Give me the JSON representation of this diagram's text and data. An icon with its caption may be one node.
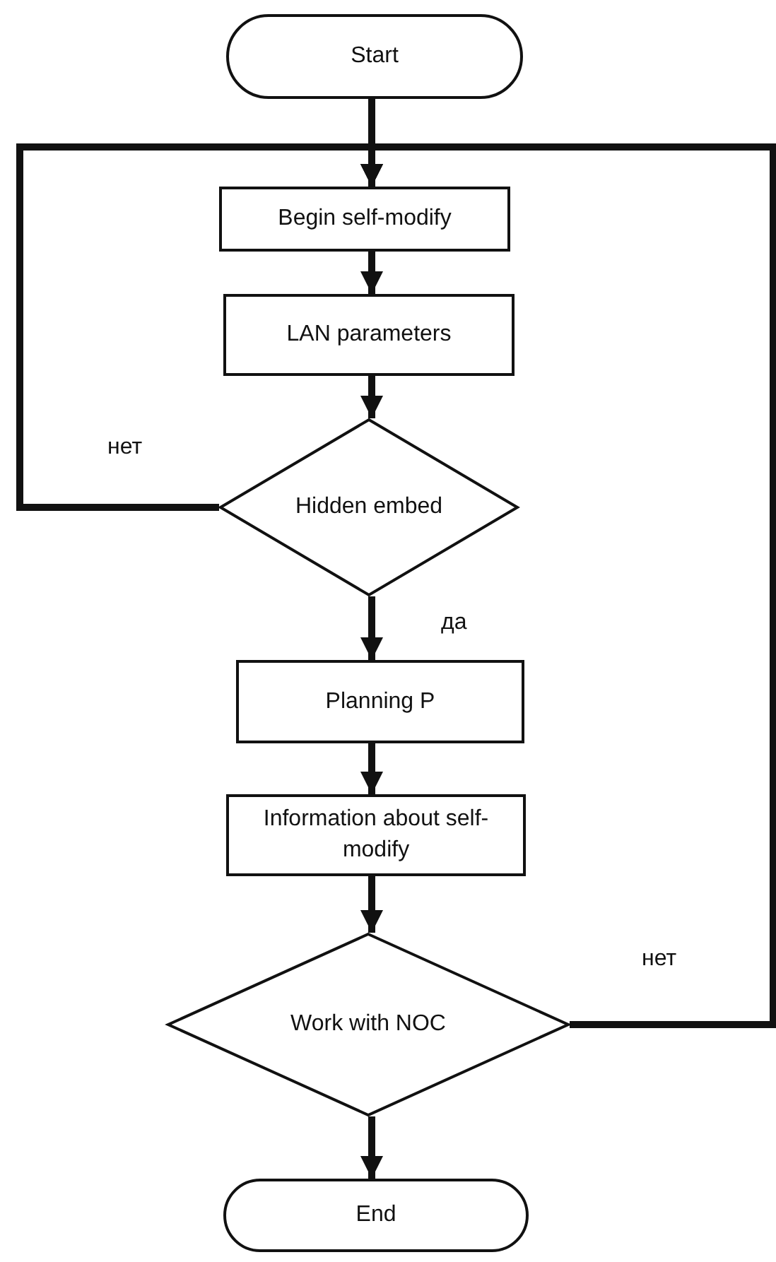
{
  "diagram": {
    "nodes": [
      {
        "text": [
          "Start"
        ]
      },
      {
        "text": [
          "Begin self-modify"
        ]
      },
      {
        "text": [
          "LAN parameters"
        ]
      },
      {
        "text": [
          "Hidden embed"
        ]
      },
      {
        "text": [
          "Planning P"
        ]
      },
      {
        "text": [
          "Information about self-modify"
        ]
      },
      {
        "text": [
          "Work with NOC"
        ]
      },
      {
        "text": [
          "End"
        ]
      }
    ],
    "edges": [
      {
        "from": 0,
        "to": 1,
        "arrow": "to"
      },
      {
        "from": 1,
        "to": 2,
        "arrow": "to"
      },
      {
        "from": 2,
        "to": 3,
        "arrow": "to"
      },
      {
        "from": 3,
        "to": 1,
        "arrow": "to",
        "label": "нет"
      },
      {
        "from": 3,
        "to": 4,
        "arrow": "to",
        "label": "да"
      },
      {
        "from": 4,
        "to": 5,
        "arrow": "to"
      },
      {
        "from": 5,
        "to": 6,
        "arrow": "to"
      },
      {
        "from": 6,
        "to": 1,
        "arrow": "to",
        "label": "нет"
      },
      {
        "from": 6,
        "to": 7,
        "arrow": "to"
      }
    ]
  }
}
